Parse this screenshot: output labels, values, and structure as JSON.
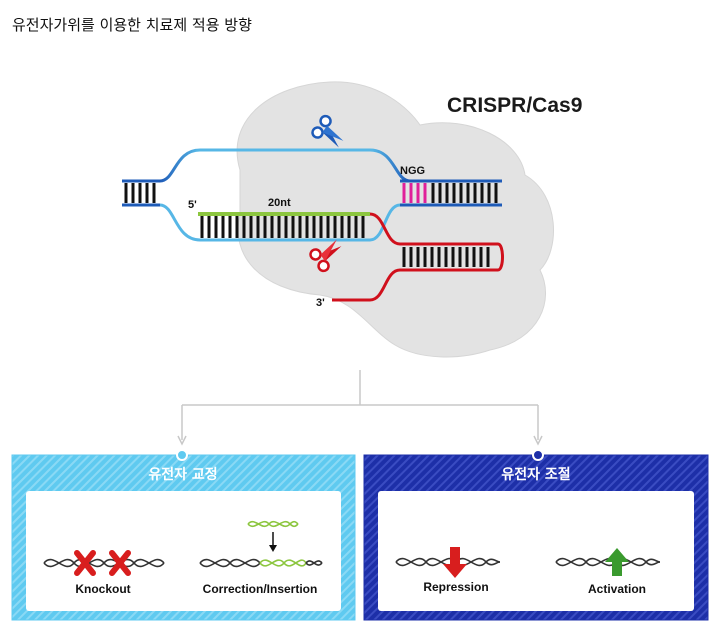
{
  "page": {
    "title": "유전자가위를 이용한 치료제 적용 방향"
  },
  "diagram": {
    "system_name": "CRISPR/Cas9",
    "pam_label": "NGG",
    "five_prime": "5'",
    "three_prime": "3'",
    "guide_label": "20nt"
  },
  "panels": [
    {
      "title": "유전자 교정",
      "items": [
        {
          "label": "Knockout"
        },
        {
          "label": "Correction/Insertion"
        }
      ]
    },
    {
      "title": "유전자 조절",
      "items": [
        {
          "label": "Repression"
        },
        {
          "label": "Activation"
        }
      ]
    }
  ],
  "colors": {
    "dna_blue": "#1e5bb8",
    "dna_light_blue": "#57b7e6",
    "rna_red": "#d0101c",
    "pam_magenta": "#e0209a",
    "guide_green": "#8cc63f",
    "cas9_gray": "#e2e2e2",
    "panel_light": "#5fcaf0",
    "panel_dark": "#1d2fa8",
    "x_red": "#d81e1e",
    "arrow_green": "#3a9a2e"
  }
}
